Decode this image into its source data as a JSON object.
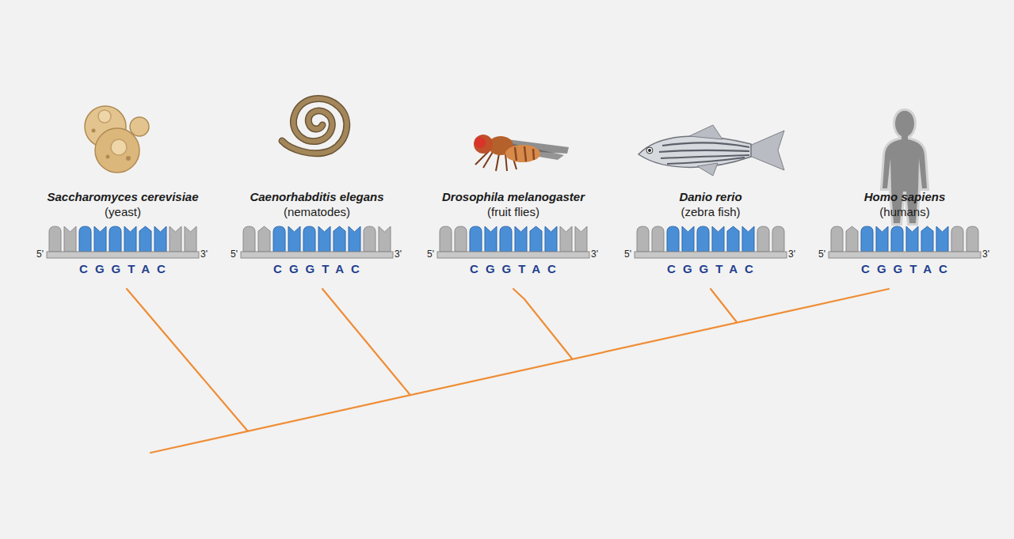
{
  "diagram": {
    "labels": [
      "Saccharomyces cerevisiae",
      "(yeast)",
      "5'",
      "3'",
      "CGGTAC",
      "Caenorhabditis elegans",
      "(nematodes)",
      "5'",
      "3'",
      "CGGTAC",
      "Drosophila melanogaster",
      "(fruit flies)",
      "5'",
      "3'",
      "CGGTAC",
      "Danio rerio",
      "(zebra fish)",
      "5'",
      "3'",
      "CGGTAC",
      "Homo sapiens",
      "(humans)",
      "5'",
      "3'",
      "CGGTAC"
    ]
  }
}
